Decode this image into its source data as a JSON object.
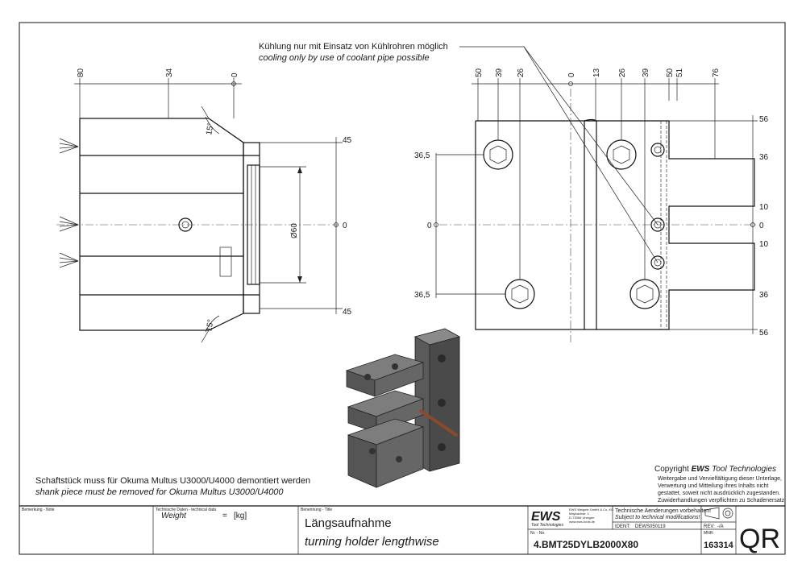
{
  "notes": {
    "cooling_de": "Kühlung nur mit Einsatz von Kühlrohren möglich",
    "cooling_en": "cooling only by use of coolant pipe possible",
    "shank_de": "Schaftstück muss für Okuma Multus U3000/U4000 demontiert werden",
    "shank_en": "shank piece must be removed for Okuma Multus U3000/U4000"
  },
  "copyright": {
    "prefix": "Copyright ",
    "brand": "EWS",
    "suffix": " Tool Technologies",
    "lines": [
      "Weitergabe und Vervielfältigung dieser Unterlage,",
      "Verwertung und Mitteilung ihres Inhalts nicht",
      "gestattet, soweit nicht ausdrücklich zugestanden.",
      "Zuwiderhandlungen verpflichten zu Schadenersatz."
    ]
  },
  "left_view": {
    "top_dims": [
      "80",
      "34",
      "0"
    ],
    "right_dims": [
      "45",
      "0",
      "45"
    ],
    "diameter": "Ø60",
    "angle_top": "15°",
    "angle_bottom": "15°"
  },
  "right_view": {
    "top_dims": [
      "50",
      "39",
      "26",
      "0",
      "13",
      "26",
      "39",
      "50",
      "51",
      "76"
    ],
    "right_dims": [
      "56",
      "36",
      "10",
      "0",
      "10",
      "36",
      "56"
    ],
    "left_dims": [
      "36,5",
      "0",
      "36,5"
    ]
  },
  "title_block": {
    "remark_label": "Bemerkung - Note",
    "tech_label": "Technische Daten - technical data",
    "weight_label": "Weight",
    "weight_eq": "=",
    "weight_unit": "[kg]",
    "title_label": "Benennung - Title",
    "title_de": "Längsaufnahme",
    "title_en": "turning holder lengthwise",
    "logo": "EWS",
    "logo_sub": "Tool Technologies",
    "company_lines": [
      "EWS Weigele GmbH & Co. KG",
      "Maybachstr. 1",
      "D-73066 Uhingen",
      "www.ews-tools.de"
    ],
    "changes_de": "Technische Aenderungen vorbehalten!",
    "changes_en": "Subject to technical modifications!",
    "ident_label": "IDENT:",
    "ident_value": "DEWS050119",
    "rev_label": "REV:",
    "rev_value": "-/A",
    "nr_label": "Nr. - No.",
    "nr_value": "4.BMT25DYLB2000X80",
    "mnr_label": "MNR:",
    "mnr_value": "163314",
    "qr": "QR"
  }
}
